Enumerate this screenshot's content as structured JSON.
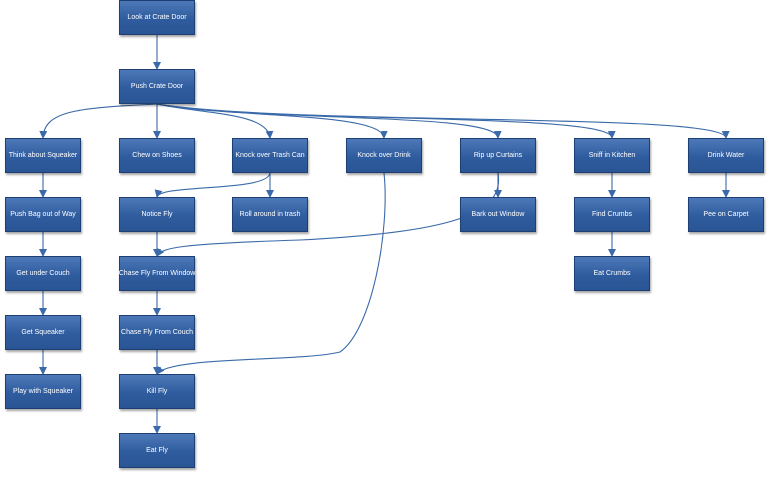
{
  "nodes": {
    "look_at_crate_door": "Look at Crate Door",
    "push_crate_door": "Push Crate Door",
    "think_about_squeaker": "Think about Squeaker",
    "chew_on_shoes": "Chew on Shoes",
    "knock_over_trash_can": "Knock over Trash Can",
    "knock_over_drink": "Knock over Drink",
    "rip_up_curtains": "Rip up Curtains",
    "sniff_in_kitchen": "Sniff in Kitchen",
    "drink_water": "Drink Water",
    "push_bag_out_of_way": "Push Bag out of Way",
    "notice_fly": "Notice Fly",
    "roll_around_in_trash": "Roll around in trash",
    "bark_out_window": "Bark out Window",
    "find_crumbs": "Find Crumbs",
    "pee_on_carpet": "Pee on Carpet",
    "get_under_couch": "Get under Couch",
    "chase_fly_from_window": "Chase Fly From Window",
    "eat_crumbs": "Eat Crumbs",
    "get_squeaker": "Get Squeaker",
    "chase_fly_from_couch": "Chase Fly From Couch",
    "play_with_squeaker": "Play with Squeaker",
    "kill_fly": "Kill Fly",
    "eat_fly": "Eat Fly"
  },
  "colors": {
    "node_fill": "#2f5c9e",
    "node_border": "#1d3f74",
    "edge": "#3a6aa9",
    "text": "#ffffff"
  }
}
